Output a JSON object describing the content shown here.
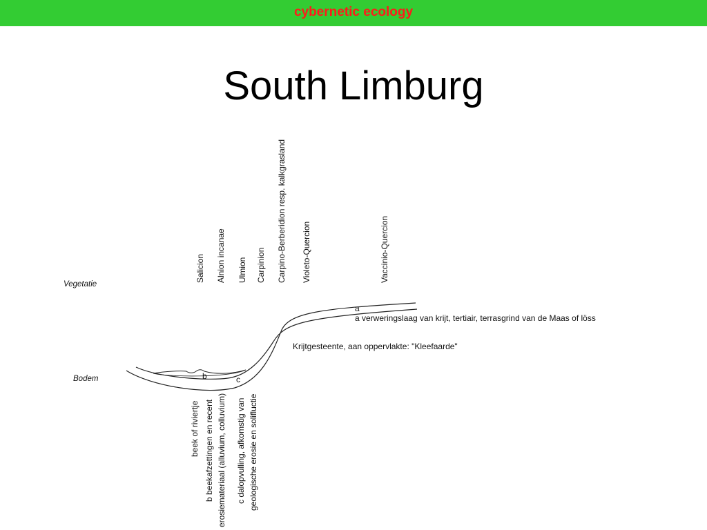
{
  "header": {
    "banner_text": "cybernetic ecology",
    "banner_color": "#33cc33",
    "banner_text_color": "#ff1a1a"
  },
  "slide": {
    "title": "South Limburg"
  },
  "diagram": {
    "row_labels": {
      "vegetation": "Vegetatie",
      "soil": "Bodem"
    },
    "vegetation_units": [
      "Salicion",
      "Alnion incanae",
      "Ulmion",
      "Carpinion",
      "Carpino-Berberidion resp. kalkgrasland",
      "Violeto-Quercion",
      "Vaccinio-Quercion"
    ],
    "layer_letters": {
      "a": "a",
      "b": "b",
      "c": "c"
    },
    "annotations": {
      "weathering_layer": "a  verweringslaag van krijt, tertiair, terrasgrind van de Maas of löss",
      "chalk": "Krijtgesteente, aan oppervlakte: \"Kleefaarde\""
    },
    "soil_notes": {
      "stream": "beek of riviertje",
      "b_line1": "b  beekafzettingen en recent",
      "b_line2": "erosiemateriaal (alluvium, colluvium)",
      "c_line1": "c  dalopvulling, afkomstig van",
      "c_line2": "geologische erosie en solifluctie"
    }
  }
}
